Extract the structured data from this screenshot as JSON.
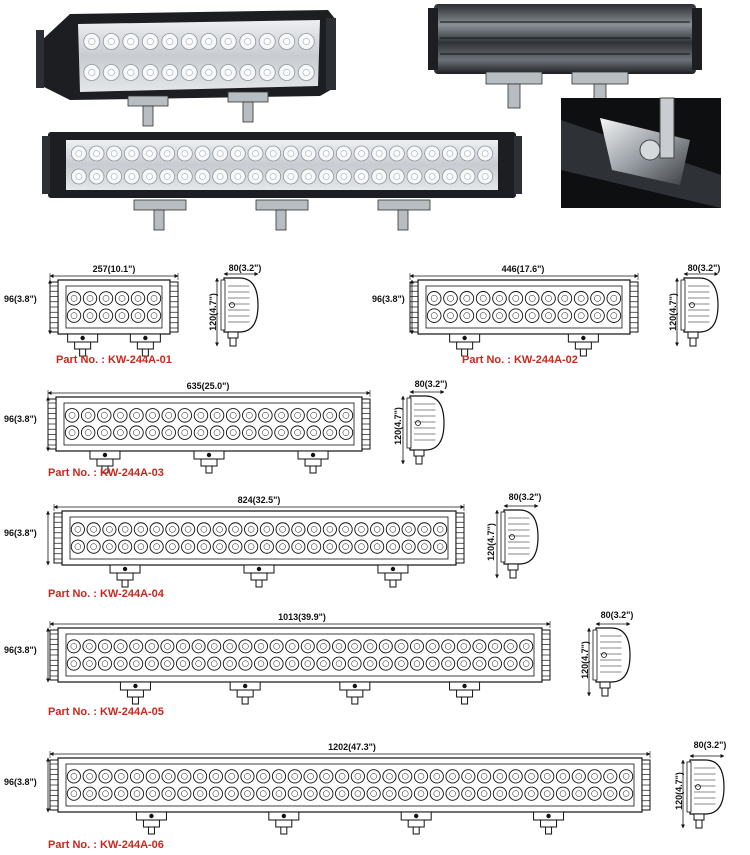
{
  "colors": {
    "part_label": "#c8281e",
    "line": "#111111",
    "photo_housing": "#1c1e21",
    "photo_lens": "#d9dde0"
  },
  "models": [
    {
      "part_label": "Part No. : KW-244A-01",
      "length_dim": "257(10.1\")",
      "height_dim": "96(3.8\")",
      "side_width_dim": "80(3.2\")",
      "side_height_dim": "120(4.7\")",
      "led_columns": 6,
      "brackets": 2
    },
    {
      "part_label": "Part No. : KW-244A-02",
      "length_dim": "446(17.6\")",
      "height_dim": "96(3.8\")",
      "side_width_dim": "80(3.2\")",
      "side_height_dim": "120(4.7\")",
      "led_columns": 12,
      "brackets": 2
    },
    {
      "part_label": "Part No. : KW-244A-03",
      "length_dim": "635(25.0\")",
      "height_dim": "96(3.8\")",
      "side_width_dim": "80(3.2\")",
      "side_height_dim": "120(4.7\")",
      "led_columns": 18,
      "brackets": 3
    },
    {
      "part_label": "Part No. : KW-244A-04",
      "length_dim": "824(32.5\")",
      "height_dim": "96(3.8\")",
      "side_width_dim": "80(3.2\")",
      "side_height_dim": "120(4.7\")",
      "led_columns": 24,
      "brackets": 3
    },
    {
      "part_label": "Part No. : KW-244A-05",
      "length_dim": "1013(39.9\")",
      "height_dim": "96(3.8\")",
      "side_width_dim": "80(3.2\")",
      "side_height_dim": "120(4.7\")",
      "led_columns": 30,
      "brackets": 4
    },
    {
      "part_label": "Part No. : KW-244A-06",
      "length_dim": "1202(47.3\")",
      "height_dim": "96(3.8\")",
      "side_width_dim": "80(3.2\")",
      "side_height_dim": "120(4.7\")",
      "led_columns": 36,
      "brackets": 4
    }
  ]
}
